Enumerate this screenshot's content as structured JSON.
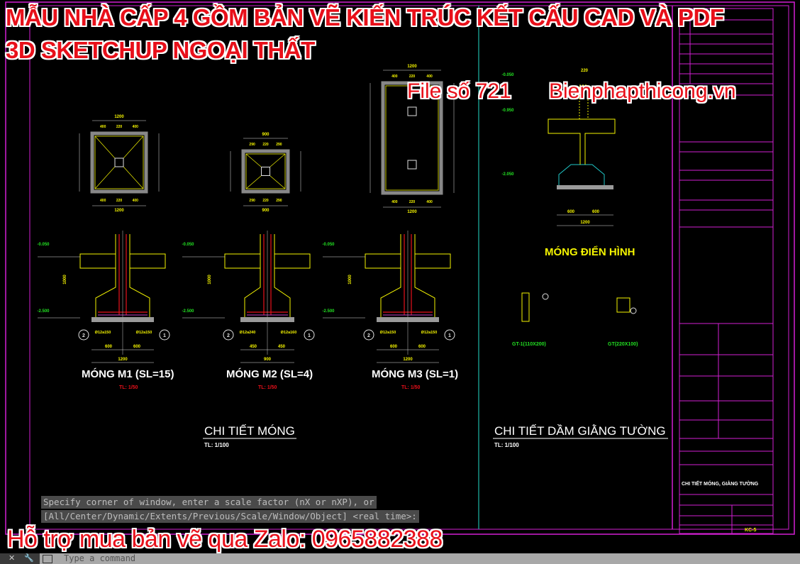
{
  "overlay": {
    "title_line1": "MẪU NHÀ CẤP 4 GỒM BẢN VẼ KIẾN TRÚC KẾT CẤU CAD VÀ PDF",
    "title_line2": "3D SKETCHUP NGOẠI THẤT",
    "file_number": "File số 721",
    "website": "Bienphapthicong.vn",
    "support": "Hỗ trợ mua bản vẽ qua Zalo: 0965882388"
  },
  "drawing": {
    "footings": [
      {
        "title": "MÓNG M1 (SL=15)",
        "scale": "TL: 1/50",
        "plan_width": "1200",
        "plan_dims": [
          "400",
          "220",
          "400"
        ],
        "level_top": "-0.050",
        "level_bottom": "-2.500",
        "rebar_left": "Ø12a150",
        "rebar_right": "Ø12a150",
        "half_dims": [
          "600",
          "600"
        ],
        "total": "1200",
        "column_height": "1000"
      },
      {
        "title": "MÓNG M2 (SL=4)",
        "scale": "TL: 1/50",
        "plan_width": "900",
        "plan_dims": [
          "290",
          "220",
          "290"
        ],
        "level_top": "-0.050",
        "level_bottom": "-2.500",
        "rebar_left": "Ø12a240",
        "rebar_right": "Ø12a160",
        "half_dims": [
          "450",
          "450"
        ],
        "total": "900",
        "column_height": "1000"
      },
      {
        "title": "MÓNG M3 (SL=1)",
        "scale": "TL: 1/50",
        "plan_width": "1200",
        "plan_dims": [
          "400",
          "220",
          "400"
        ],
        "level_top": "-0.050",
        "level_bottom": "-2.500",
        "rebar_left": "Ø12a150",
        "rebar_right": "Ø12a150",
        "half_dims": [
          "600",
          "600"
        ],
        "total": "1200",
        "column_height": "1000"
      }
    ],
    "typical": {
      "title": "MÓNG ĐIỂN HÌNH",
      "levels": [
        "-0.050",
        "-0.950",
        "-2.050"
      ],
      "dims": [
        "600",
        "600",
        "1200"
      ],
      "top_dim": "220"
    },
    "beams": [
      {
        "label": "GT-1(110X200)"
      },
      {
        "label": "GT(220X100)"
      }
    ],
    "section_left_title": "CHI TIẾT MÓNG",
    "section_left_scale": "TL: 1/100",
    "section_right_title": "CHI TIẾT DẦM GIẰNG TƯỜNG",
    "section_right_scale": "TL: 1/100",
    "title_block": {
      "sheet_title": "CHI TIẾT MÓNG, GIẰNG TƯỜNG",
      "sheet_number": "KC-5"
    }
  },
  "command": {
    "line1": "Specify corner of window, enter a scale factor (nX or nXP), or",
    "line2": "[All/Center/Dynamic/Extents/Previous/Scale/Window/Object] <real time>:",
    "placeholder": "Type a command"
  },
  "colors": {
    "frame": "#d21fd2",
    "yellow": "#f5f500",
    "green": "#22e022",
    "cyan": "#20c8c8",
    "red": "#e8101a"
  }
}
